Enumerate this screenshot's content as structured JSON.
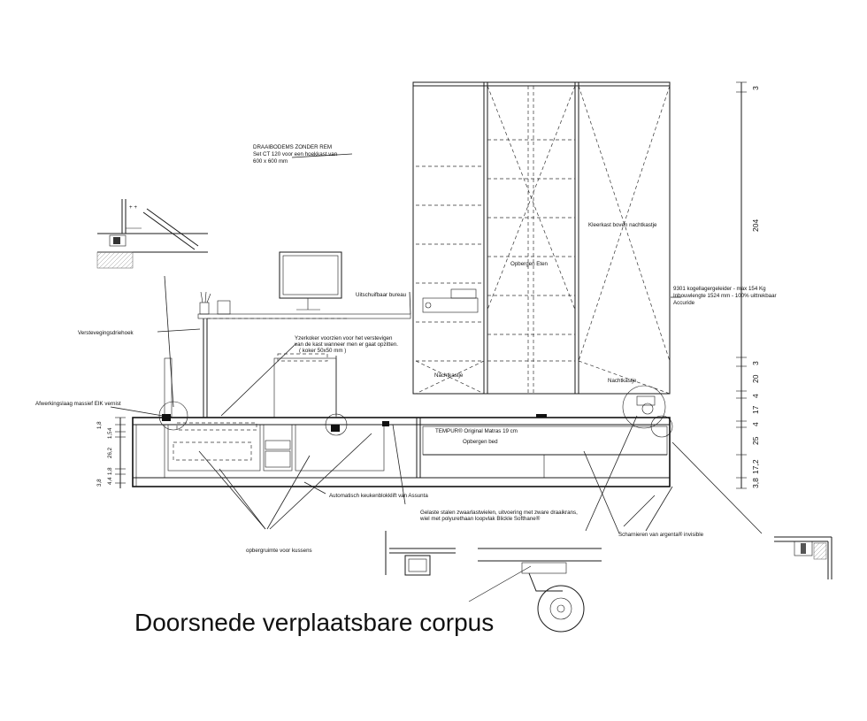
{
  "title": "Doorsnede verplaatsbare corpus",
  "annotations": {
    "draaibodems_1": "DRAAIBODEMS ZONDER REM",
    "draaibodems_2": "Set CT 120 voor een hoekkast van",
    "draaibodems_3": "600 x 600 mm",
    "kleerkast": "Kleerkast boven nachtkastje",
    "opbergen_eten": "Opbergen Eten",
    "kogellager_1": "9301 kogellagergeleider - max 154 Kg",
    "kogellager_2": "Inbouwlengte 1524 mm - 100% uittrekbaar",
    "kogellager_3": "Accuride",
    "uitschuifbaar_bureau": "Uitschuifbaar bureau",
    "verstevigingsdriehoek": "Verstevegingsdriehoek",
    "ijzerkoker_1": "Yzerkoker voorzien voor het verstevigen",
    "ijzerkoker_2": "van de kast wanneer men er gaat opzitten.",
    "ijzerkoker_3": "( koker 50x50 mm )",
    "nachtkastje_left": "Nachtkastje",
    "nachtkastje_right": "Nachtkastje",
    "afwerkingslaag": "Afwerkingslaag massief EIK vernist",
    "matras": "TEMPUR® Original Matras 19 cm",
    "opbergen_bed": "Opbergen bed",
    "keukenblokklift": "Automatisch keukenblokklift van Assunta",
    "zwenkwielen_1": "Gelaste stalen zwaarlastwielen, uitvoering met zware draaikrans,",
    "zwenkwielen_2": "wiel met polyurethaan loopvlak Blickle Softhane®",
    "scharnieren": "Scharnieren van argenta® invisible",
    "opbergruimte": "opbergruimte voor kussens"
  },
  "dimensions_right": [
    "3",
    "204",
    "3",
    "20",
    "4",
    "17",
    "4",
    "25",
    "17,2",
    "3,8"
  ],
  "dimensions_left": [
    "1,8",
    "4",
    "1,5",
    "26,2",
    "1,8",
    "4,4",
    "3,8"
  ],
  "colors": {
    "line": "#1a1a1a",
    "background": "#ffffff"
  }
}
